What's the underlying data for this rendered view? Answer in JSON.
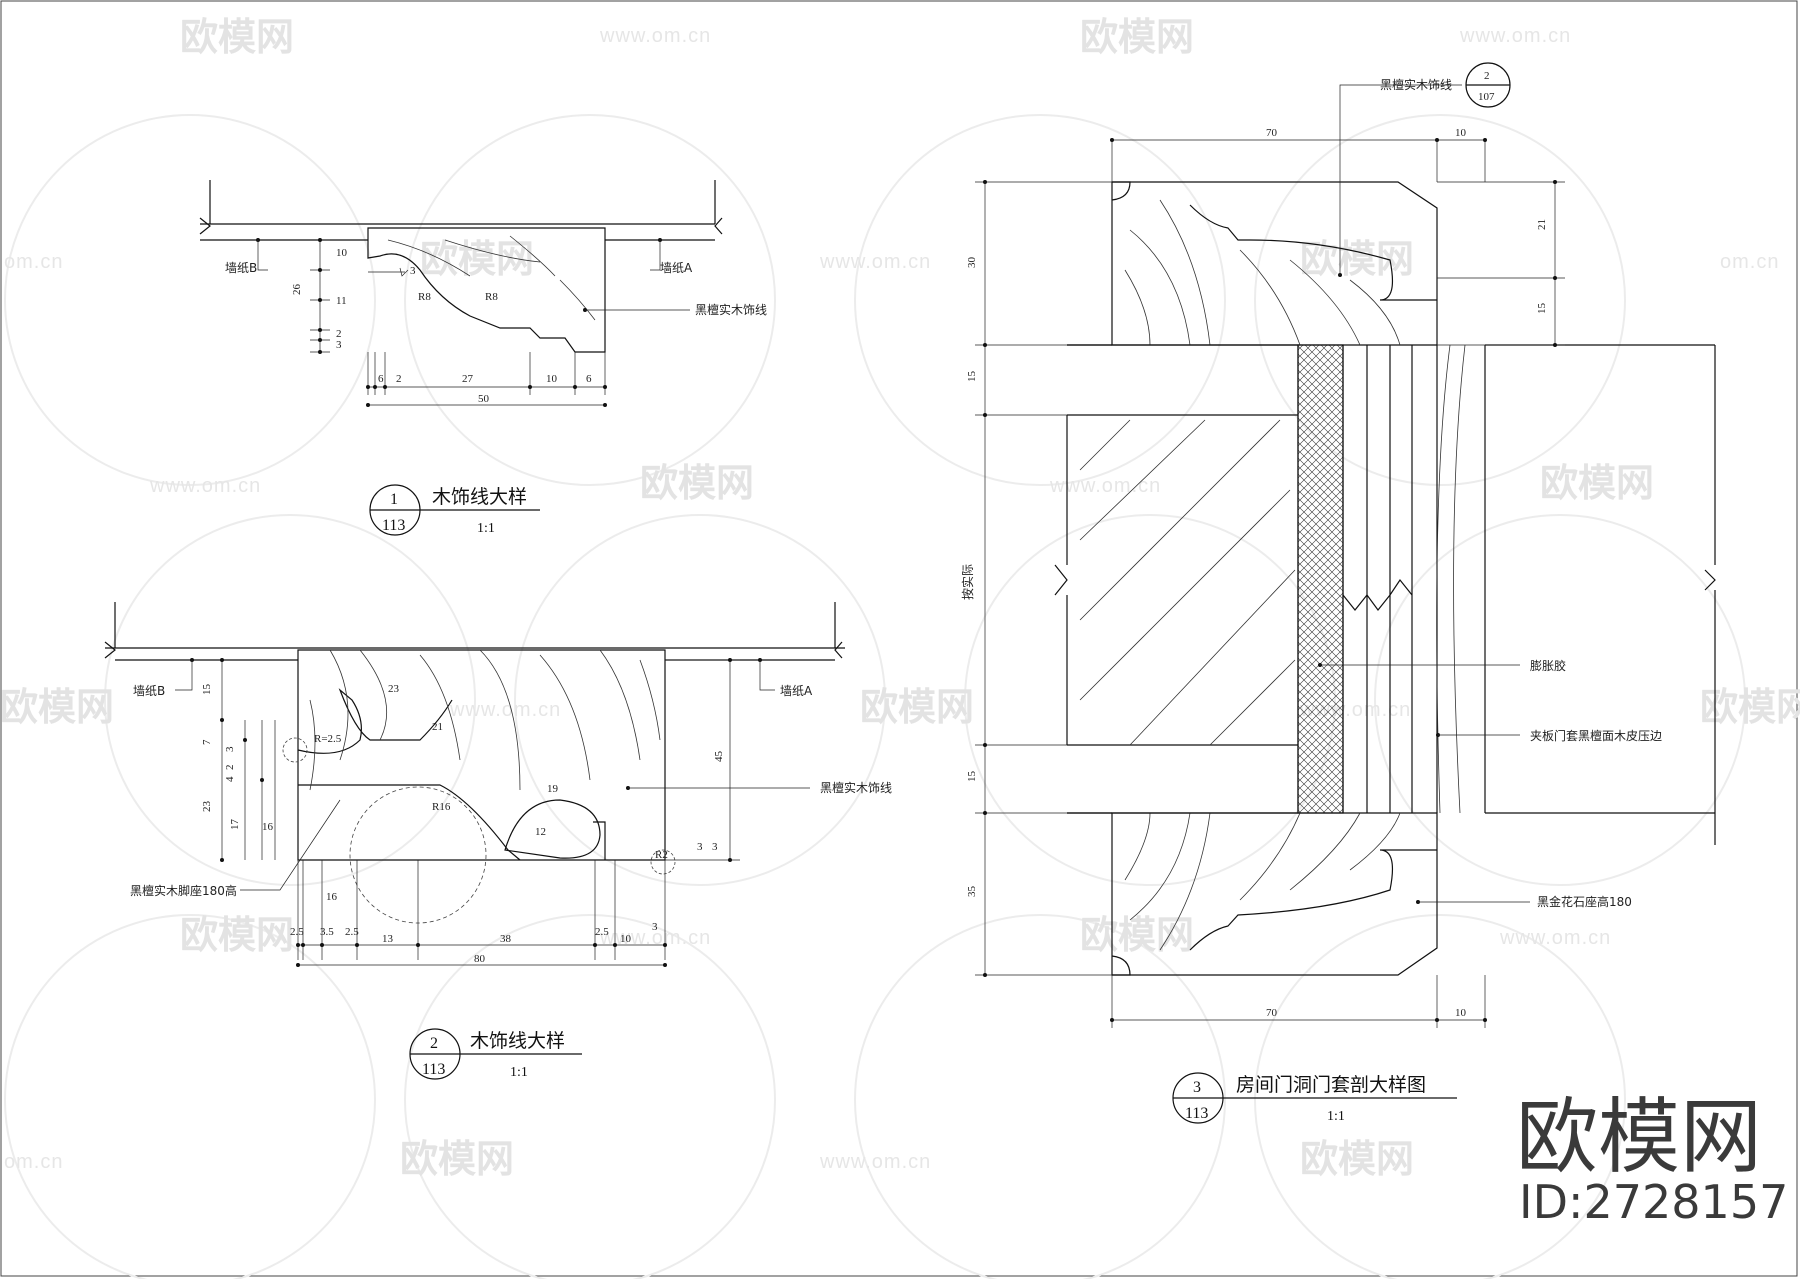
{
  "watermark": {
    "brand": "欧模网",
    "url": "www.om.cn",
    "url_short": "om.cn"
  },
  "brand_mark": {
    "name": "欧模网",
    "id": "ID:2728157"
  },
  "detail1": {
    "number": "1",
    "sheet": "113",
    "title": "木饰线大样",
    "scale": "1:1",
    "labels": {
      "wall_b": "墙纸B",
      "wall_a": "墙纸A",
      "material": "黑檀实木饰线"
    },
    "dims": [
      "10",
      "26",
      "11",
      "2",
      "3",
      "3",
      "R8",
      "R8",
      "6",
      "2",
      "27",
      "10",
      "6",
      "50"
    ]
  },
  "detail2": {
    "number": "2",
    "sheet": "113",
    "title": "木饰线大样",
    "scale": "1:1",
    "labels": {
      "wall_b": "墙纸B",
      "wall_a": "墙纸A",
      "material": "黑檀实木饰线",
      "base": "黑檀实木脚座180高"
    },
    "dims": [
      "15",
      "7",
      "3",
      "2",
      "4",
      "23",
      "17",
      "16",
      "45",
      "R=2.5",
      "23",
      "R16",
      "12",
      "19",
      "3",
      "3",
      "R2",
      "16",
      "2.5",
      "3.5",
      "2.5",
      "13",
      "38",
      "2.5",
      "10",
      "3",
      "80",
      "21"
    ]
  },
  "detail3": {
    "number": "3",
    "sheet": "113",
    "title": "房间门洞门套剖大样图",
    "scale": "1:1",
    "callout": {
      "label": "黑檀实木饰线",
      "number": "2",
      "sheet": "107"
    },
    "labels": {
      "glue": "膨胀胶",
      "plywood": "夹板门套黑檀面木皮压边",
      "stone": "黑金花石座高180",
      "vertical": "按实际"
    },
    "dims": [
      "70",
      "10",
      "30",
      "21",
      "15",
      "15",
      "15",
      "35",
      "70",
      "10"
    ]
  }
}
